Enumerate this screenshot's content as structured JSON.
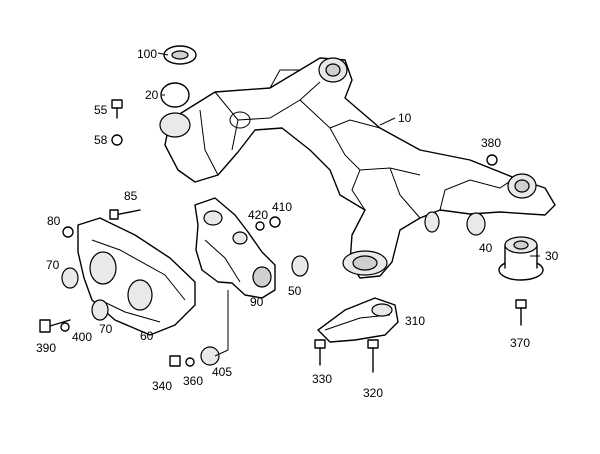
{
  "diagram": {
    "callouts": [
      {
        "id": "10",
        "text": "10"
      },
      {
        "id": "20",
        "text": "20"
      },
      {
        "id": "30",
        "text": "30"
      },
      {
        "id": "40",
        "text": "40"
      },
      {
        "id": "50",
        "text": "50"
      },
      {
        "id": "55",
        "text": "55"
      },
      {
        "id": "58",
        "text": "58"
      },
      {
        "id": "60",
        "text": "60"
      },
      {
        "id": "70a",
        "text": "70"
      },
      {
        "id": "70b",
        "text": "70"
      },
      {
        "id": "80",
        "text": "80"
      },
      {
        "id": "85",
        "text": "85"
      },
      {
        "id": "90",
        "text": "90"
      },
      {
        "id": "100",
        "text": "100"
      },
      {
        "id": "310",
        "text": "310"
      },
      {
        "id": "320",
        "text": "320"
      },
      {
        "id": "330",
        "text": "330"
      },
      {
        "id": "340",
        "text": "340"
      },
      {
        "id": "360",
        "text": "360"
      },
      {
        "id": "370",
        "text": "370"
      },
      {
        "id": "380",
        "text": "380"
      },
      {
        "id": "390",
        "text": "390"
      },
      {
        "id": "400",
        "text": "400"
      },
      {
        "id": "405",
        "text": "405"
      },
      {
        "id": "410",
        "text": "410"
      },
      {
        "id": "420",
        "text": "420"
      }
    ]
  }
}
